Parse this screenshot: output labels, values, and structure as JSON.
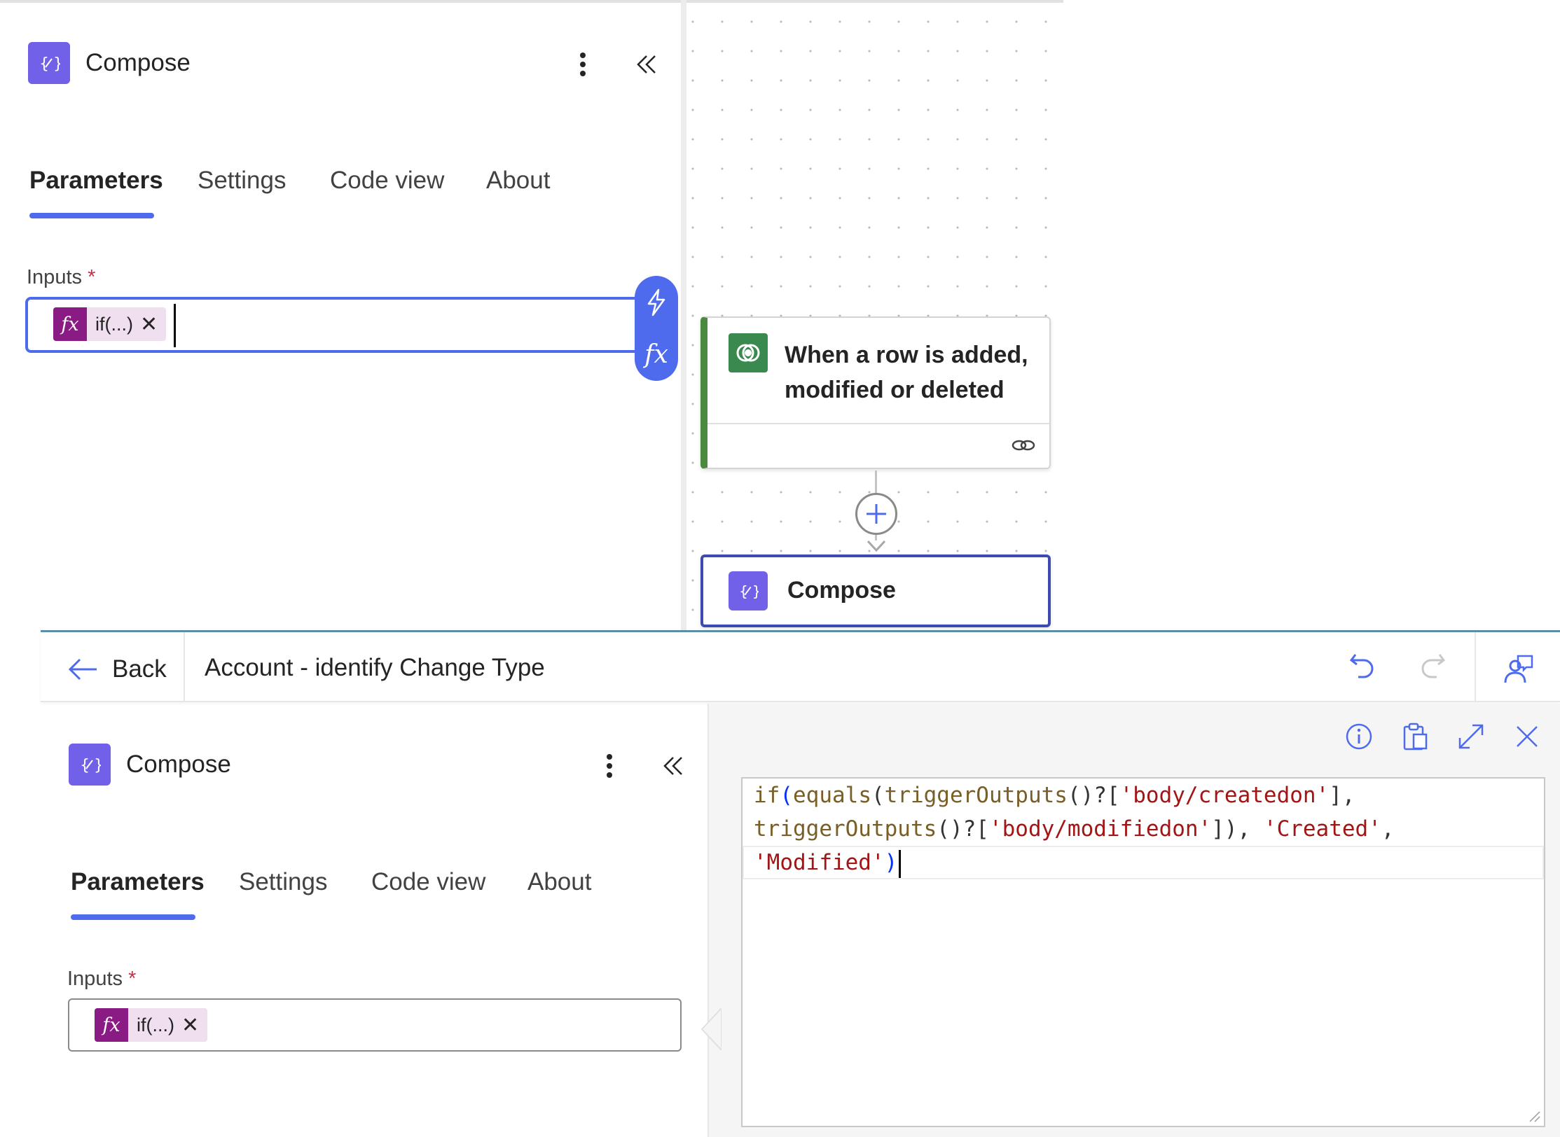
{
  "top_panel": {
    "title": "Compose",
    "tabs": [
      "Parameters",
      "Settings",
      "Code view",
      "About"
    ],
    "active_tab": "Parameters",
    "inputs_label": "Inputs",
    "required_mark": "*",
    "token_label": "if(...)",
    "token_fx": "fx",
    "pill_fx": "fx"
  },
  "canvas": {
    "trigger_title": "When a row is added, modified or deleted",
    "compose_title": "Compose"
  },
  "topbar": {
    "back_label": "Back",
    "flow_name": "Account - identify Change Type"
  },
  "bottom_panel": {
    "title": "Compose",
    "tabs": [
      "Parameters",
      "Settings",
      "Code view",
      "About"
    ],
    "active_tab": "Parameters",
    "inputs_label": "Inputs",
    "required_mark": "*",
    "token_label": "if(...)",
    "token_fx": "fx"
  },
  "expression_editor": {
    "lines": [
      "if(equals(triggerOutputs()?['body/createdon'],",
      "triggerOutputs()?['body/modifiedon']), 'Created',",
      "'Modified')"
    ],
    "tokens": {
      "if": "if",
      "paren_open": "(",
      "equals": "equals",
      "triggerOutputs": "triggerOutputs",
      "call": "()",
      "index_open": "?[",
      "str_createdon": "'body/createdon'",
      "index_close_comma": "],",
      "str_modifiedon": "'body/modifiedon'",
      "close_index_paren": "]),",
      "str_created": "'Created'",
      "comma": ",",
      "str_modified": "'Modified'",
      "paren_close": ")"
    }
  },
  "colors": {
    "accent": "#4f6bed",
    "compose_tile": "#7160e8",
    "fx_chip": "#8a1b84",
    "trigger_accent": "#4a8a3f",
    "string": "#a31515"
  },
  "icons": [
    "compose-icon",
    "more-options-icon",
    "collapse-icon",
    "lightning-icon",
    "fx-icon",
    "dataverse-icon",
    "link-icon",
    "add-icon",
    "back-arrow-icon",
    "undo-icon",
    "redo-icon",
    "copilot-icon",
    "info-icon",
    "paste-icon",
    "expand-icon",
    "close-icon"
  ]
}
